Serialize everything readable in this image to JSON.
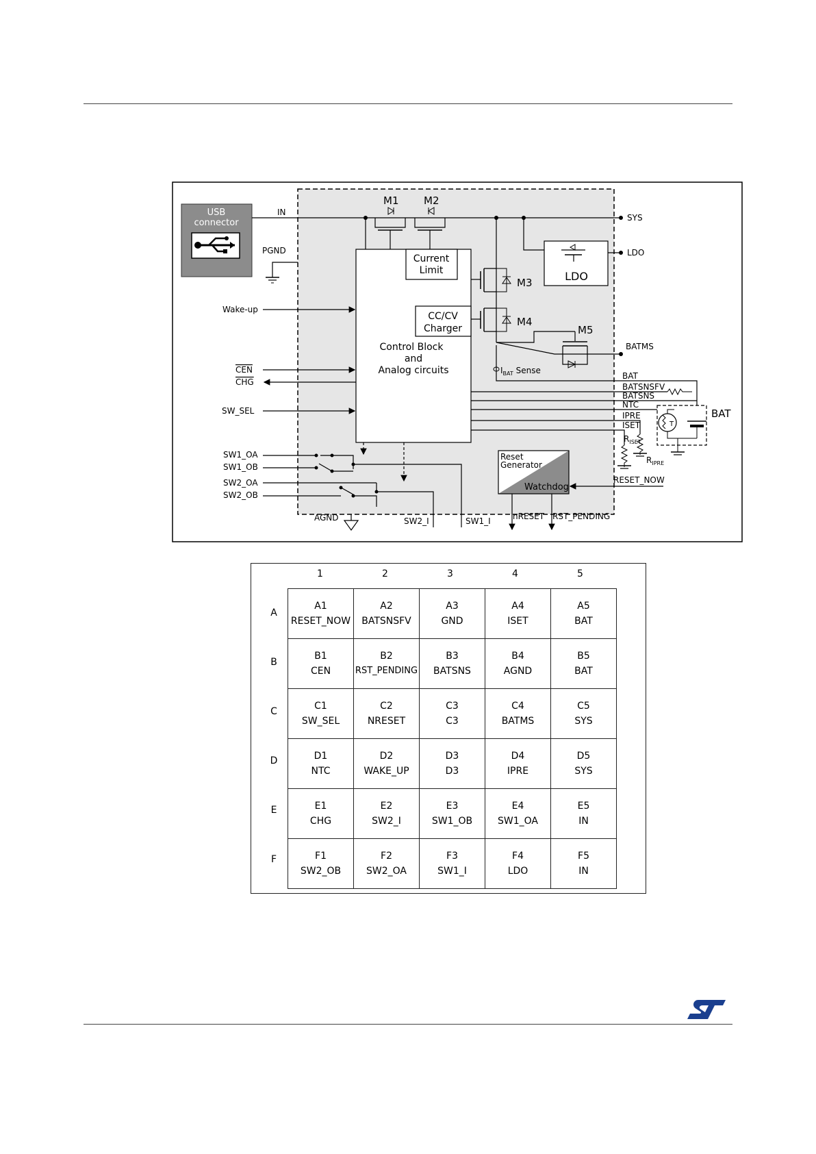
{
  "block_diagram": {
    "usb_connector_label": [
      "USB",
      "connector"
    ],
    "pins_left": {
      "in": "IN",
      "pgnd": "PGND",
      "wake_up": "Wake-up",
      "cen": "CEN",
      "chg": "CHG",
      "sw_sel": "SW_SEL",
      "sw1_oa": "SW1_OA",
      "sw1_ob": "SW1_OB",
      "sw2_oa": "SW2_OA",
      "sw2_ob": "SW2_OB",
      "agnd": "AGND"
    },
    "pins_bottom": {
      "sw2_i": "SW2_I",
      "sw1_i": "SW1_I",
      "nreset": "nRESET",
      "rst_pending": "RST_PENDING"
    },
    "pins_right": {
      "sys": "SYS",
      "ldo": "LDO",
      "batms": "BATMS",
      "bat": "BAT",
      "batsnsfv": "BATSNSFV",
      "batsns": "BATSNS",
      "ntc": "NTC",
      "ipre": "IPRE",
      "iset": "ISET",
      "reset_now": "RESET_NOW"
    },
    "blocks": {
      "current_limit": [
        "Current",
        "Limit"
      ],
      "cc_cv_charger": [
        "CC/CV",
        "Charger"
      ],
      "control_block": [
        "Control Block",
        "and",
        "Analog circuits"
      ],
      "ldo": "LDO",
      "reset_generator": [
        "Reset",
        "Generator"
      ],
      "watchdog": "Watchdog",
      "ibat_sense_prefix": "I",
      "ibat_sense_sub": "BAT",
      "ibat_sense_suffix": " Sense",
      "battery": "BAT"
    },
    "transistors": {
      "m1": "M1",
      "m2": "M2",
      "m3": "M3",
      "m4": "M4",
      "m5": "M5"
    },
    "resistors": {
      "riset_main": "R",
      "riset_sub": "ISET",
      "ripre_main": "R",
      "ripre_sub": "IPRE",
      "thermistor": "T"
    }
  },
  "pin_table": {
    "columns": [
      "1",
      "2",
      "3",
      "4",
      "5"
    ],
    "rows": [
      {
        "label": "A",
        "cells": [
          [
            "A1",
            "RESET_NOW"
          ],
          [
            "A2",
            "BATSNSFV"
          ],
          [
            "A3",
            "GND"
          ],
          [
            "A4",
            "ISET"
          ],
          [
            "A5",
            "BAT"
          ]
        ]
      },
      {
        "label": "B",
        "cells": [
          [
            "B1",
            "CEN"
          ],
          [
            "B2",
            "RST_PENDING"
          ],
          [
            "B3",
            "BATSNS"
          ],
          [
            "B4",
            "AGND"
          ],
          [
            "B5",
            "BAT"
          ]
        ]
      },
      {
        "label": "C",
        "cells": [
          [
            "C1",
            "SW_SEL"
          ],
          [
            "C2",
            "NRESET"
          ],
          [
            "C3",
            "C3"
          ],
          [
            "C4",
            "BATMS"
          ],
          [
            "C5",
            "SYS"
          ]
        ]
      },
      {
        "label": "D",
        "cells": [
          [
            "D1",
            "NTC"
          ],
          [
            "D2",
            "WAKE_UP"
          ],
          [
            "D3",
            "D3"
          ],
          [
            "D4",
            "IPRE"
          ],
          [
            "D5",
            "SYS"
          ]
        ]
      },
      {
        "label": "E",
        "cells": [
          [
            "E1",
            "CHG"
          ],
          [
            "E2",
            "SW2_I"
          ],
          [
            "E3",
            "SW1_OB"
          ],
          [
            "E4",
            "SW1_OA"
          ],
          [
            "E5",
            "IN"
          ]
        ]
      },
      {
        "label": "F",
        "cells": [
          [
            "F1",
            "SW2_OB"
          ],
          [
            "F2",
            "SW2_OA"
          ],
          [
            "F3",
            "SW1_I"
          ],
          [
            "F4",
            "LDO"
          ],
          [
            "F5",
            "IN"
          ]
        ]
      }
    ]
  },
  "colors": {
    "brand_logo": "#1a3f8f",
    "chip_fill": "#e6e6e6",
    "usb_fill": "#8c8c8c"
  },
  "icons": {
    "logo": "st-logo-icon",
    "usb": "usb-symbol-icon"
  }
}
